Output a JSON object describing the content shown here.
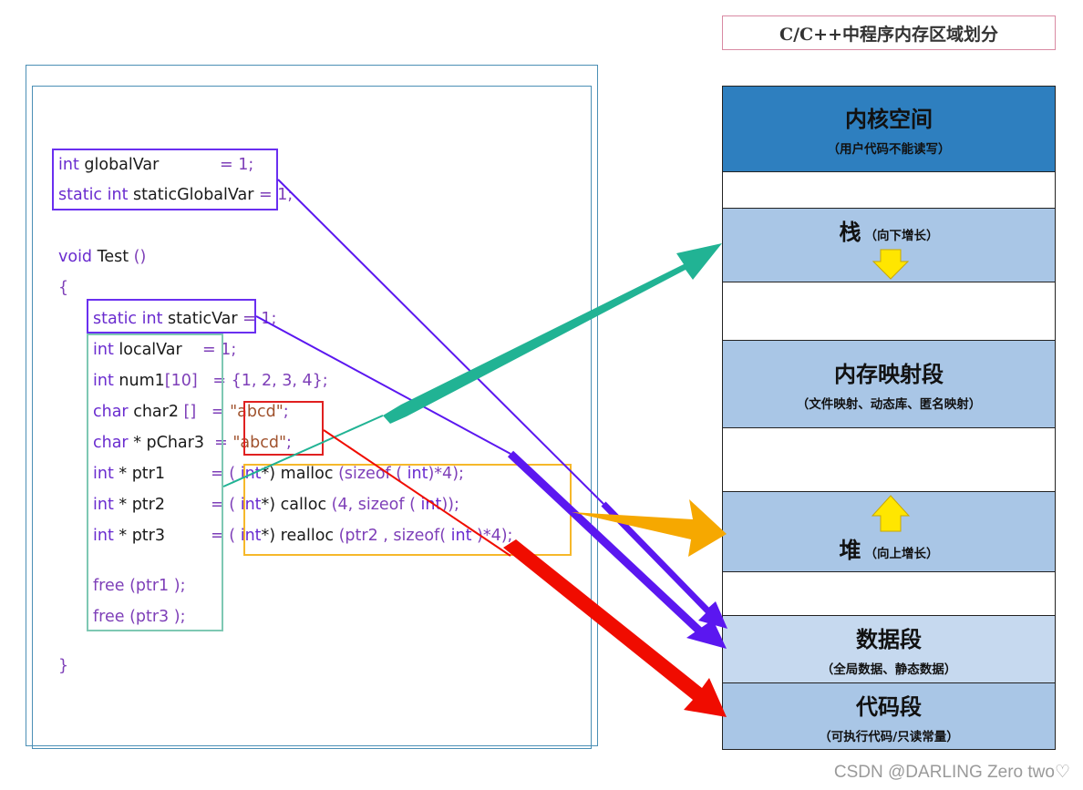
{
  "diagram_title": "C/C++中程序内存区域划分",
  "code_lines": [
    {
      "key": "l1",
      "parts": [
        {
          "t": "int",
          "c": "kw"
        },
        {
          "t": " globalVar",
          "c": "dk"
        },
        {
          "t": "            = 1;",
          "c": ""
        }
      ]
    },
    {
      "key": "l2",
      "parts": [
        {
          "t": "static",
          "c": "kw"
        },
        {
          "t": " int",
          "c": "kw"
        },
        {
          "t": " staticGlobalVar",
          "c": "dk"
        },
        {
          "t": " = 1;",
          "c": ""
        }
      ]
    },
    {
      "key": "l3",
      "parts": [
        {
          "t": "void",
          "c": "kw"
        },
        {
          "t": " Test",
          "c": "dk"
        },
        {
          "t": " ()",
          "c": ""
        }
      ]
    },
    {
      "key": "l4",
      "parts": [
        {
          "t": "{",
          "c": ""
        }
      ]
    },
    {
      "key": "l5",
      "parts": [
        {
          "t": "static",
          "c": "kw"
        },
        {
          "t": " int",
          "c": "kw"
        },
        {
          "t": " staticVar",
          "c": "dk"
        },
        {
          "t": " = 1;",
          "c": ""
        }
      ]
    },
    {
      "key": "l6",
      "parts": [
        {
          "t": "int",
          "c": "kw"
        },
        {
          "t": " localVar",
          "c": "dk"
        },
        {
          "t": "    = 1;",
          "c": ""
        }
      ]
    },
    {
      "key": "l7",
      "parts": [
        {
          "t": "int",
          "c": "kw"
        },
        {
          "t": " num1",
          "c": "dk"
        },
        {
          "t": "[10]   = {1, 2, 3, 4};",
          "c": ""
        }
      ]
    },
    {
      "key": "l8",
      "parts": [
        {
          "t": "char",
          "c": "kw"
        },
        {
          "t": " char2",
          "c": "dk"
        },
        {
          "t": " []   = ",
          "c": ""
        },
        {
          "t": "\"abcd\"",
          "c": "str"
        },
        {
          "t": ";",
          "c": ""
        }
      ]
    },
    {
      "key": "l9",
      "parts": [
        {
          "t": "char",
          "c": "kw"
        },
        {
          "t": " * pChar3",
          "c": "dk"
        },
        {
          "t": "  = ",
          "c": ""
        },
        {
          "t": "\"abcd\"",
          "c": "str"
        },
        {
          "t": ";",
          "c": ""
        }
      ]
    },
    {
      "key": "l10",
      "parts": [
        {
          "t": "int",
          "c": "kw"
        },
        {
          "t": " * ptr1",
          "c": "dk"
        },
        {
          "t": "         = ( ",
          "c": ""
        },
        {
          "t": "int",
          "c": "kw"
        },
        {
          "t": "*) malloc ",
          "c": "dk"
        },
        {
          "t": "(sizeof ( ",
          "c": ""
        },
        {
          "t": "int",
          "c": "kw"
        },
        {
          "t": ")*4);",
          "c": ""
        }
      ]
    },
    {
      "key": "l11",
      "parts": [
        {
          "t": "int",
          "c": "kw"
        },
        {
          "t": " * ptr2",
          "c": "dk"
        },
        {
          "t": "         = ( ",
          "c": ""
        },
        {
          "t": "int",
          "c": "kw"
        },
        {
          "t": "*) calloc ",
          "c": "dk"
        },
        {
          "t": "(4, sizeof ( ",
          "c": ""
        },
        {
          "t": "int",
          "c": "kw"
        },
        {
          "t": "));",
          "c": ""
        }
      ]
    },
    {
      "key": "l12",
      "parts": [
        {
          "t": "int",
          "c": "kw"
        },
        {
          "t": " * ptr3",
          "c": "dk"
        },
        {
          "t": "         = ( ",
          "c": ""
        },
        {
          "t": "int",
          "c": "kw"
        },
        {
          "t": "*) realloc ",
          "c": "dk"
        },
        {
          "t": "(ptr2 , sizeof( ",
          "c": ""
        },
        {
          "t": "int",
          "c": "kw"
        },
        {
          "t": " )*4);",
          "c": ""
        }
      ]
    },
    {
      "key": "l13",
      "parts": [
        {
          "t": "free (ptr1 );",
          "c": ""
        }
      ]
    },
    {
      "key": "l14",
      "parts": [
        {
          "t": "free (ptr3 );",
          "c": ""
        }
      ]
    },
    {
      "key": "l15",
      "parts": [
        {
          "t": "}",
          "c": ""
        }
      ]
    }
  ],
  "segments": [
    {
      "key": "kernel",
      "title": "内核空间",
      "sub": "（用户代码不能读写）",
      "bg": "#2e7fbf"
    },
    {
      "key": "stack",
      "title": "栈",
      "sub": "（向下增长）",
      "bg": "#a9c6e6"
    },
    {
      "key": "mmap",
      "title": "内存映射段",
      "sub": "（文件映射、动态库、匿名映射）",
      "bg": "#a9c6e6"
    },
    {
      "key": "heap",
      "title": "堆",
      "sub": "（向上增长）",
      "bg": "#a9c6e6"
    },
    {
      "key": "data",
      "title": "数据段",
      "sub": "（全局数据、静态数据）",
      "bg": "#c6d9ef"
    },
    {
      "key": "code",
      "title": "代码段",
      "sub": "（可执行代码/只读常量）",
      "bg": "#a9c6e6"
    }
  ],
  "colors": {
    "global_box": "#6a2ff0",
    "local_box": "#7ec8b3",
    "string_box": "#e02020",
    "heap_box": "#f6b82a",
    "teal": "#21b394",
    "orange": "#f6a800",
    "red": "#f00c00",
    "purple": "#5b17f0",
    "yellow": "#ffe600"
  },
  "watermark": "CSDN @DARLING Zero two♡"
}
